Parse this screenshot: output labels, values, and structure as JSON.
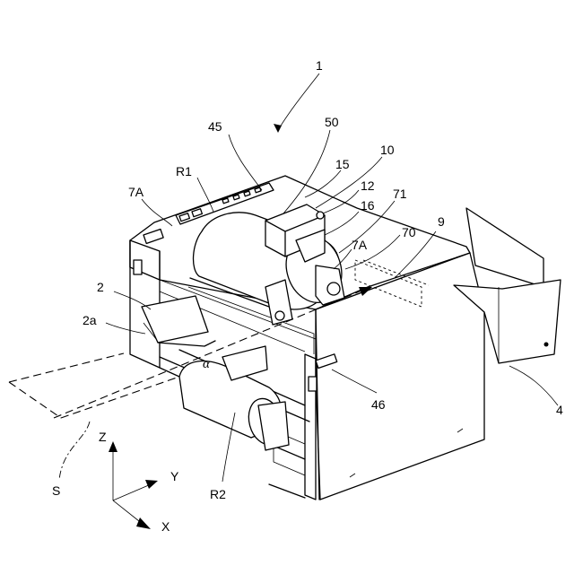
{
  "labels": {
    "main": "1",
    "n45": "45",
    "n50": "50",
    "n10": "10",
    "n15": "15",
    "n12": "12",
    "n16": "16",
    "n71": "71",
    "n70": "70",
    "n9": "9",
    "r1": "R1",
    "r2": "R2",
    "a7_left": "7A",
    "a7_right": "7A",
    "n2": "2",
    "n2a": "2a",
    "alpha": "α",
    "n46": "46",
    "n4": "4",
    "s": "S",
    "axis_z": "Z",
    "axis_y": "Y",
    "axis_x": "X"
  }
}
